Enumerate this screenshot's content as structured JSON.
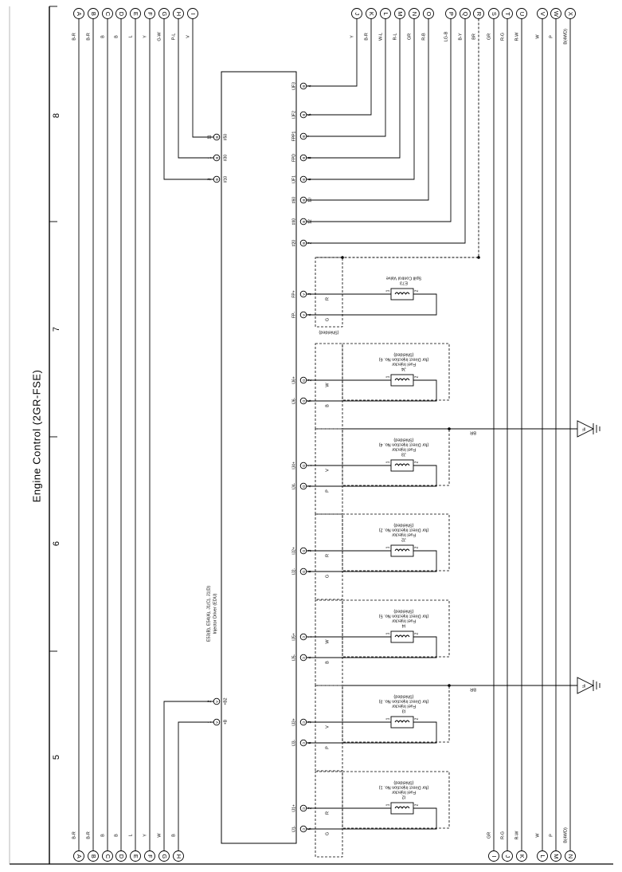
{
  "title": "Engine Control (2GR-FSE)",
  "grid_rows": [
    "8",
    "7",
    "6",
    "5"
  ],
  "edu": {
    "name_lines": [
      "E53(B), E54(A), J1(C), J1(D)",
      "Injector Driver (EDU)"
    ],
    "right_pins": [
      {
        "num": "4",
        "conn": "B",
        "name": "IJF3"
      },
      {
        "num": "5",
        "conn": "B",
        "name": "IJF2"
      },
      {
        "num": "7",
        "conn": "B",
        "name": "FPP1"
      },
      {
        "num": "8",
        "conn": "B",
        "name": "FPD"
      },
      {
        "num": "6",
        "conn": "B",
        "name": "IJF1"
      },
      {
        "num": "10",
        "conn": "B",
        "name": "#60"
      },
      {
        "num": "12",
        "conn": "B",
        "name": "#40"
      },
      {
        "num": "2",
        "conn": "B",
        "name": "#20"
      }
    ],
    "left_pins": [
      {
        "num": "11",
        "conn": "B",
        "name": "#50"
      },
      {
        "num": "1",
        "conn": "B",
        "name": "#30"
      },
      {
        "num": "3",
        "conn": "B",
        "name": "#10"
      },
      {
        "num": "2",
        "conn": "A",
        "name": "+B2"
      },
      {
        "num": "1",
        "conn": "A",
        "name": "+B"
      }
    ]
  },
  "top_connectors": [
    "A",
    "B",
    "C",
    "D",
    "E",
    "F",
    "G",
    "H",
    "I",
    "J",
    "K",
    "L",
    "M",
    "N",
    "O",
    "P",
    "Q",
    "R",
    "S",
    "T",
    "U",
    "V",
    "W",
    "X"
  ],
  "top_wires": [
    "B-R",
    "B-R",
    "B",
    "B",
    "L",
    "Y",
    "G-W",
    "P-L",
    "V",
    "Y",
    "B-R",
    "W-L",
    "R-L",
    "GR",
    "R-B",
    "LG-B",
    "B-Y",
    "BR",
    "GR",
    "R-G",
    "R-W",
    "W",
    "P",
    "B(4WD)"
  ],
  "bottom_left_connectors": [
    "A",
    "B",
    "C",
    "D",
    "E",
    "F",
    "G",
    "H"
  ],
  "bottom_left_wires": [
    "B-R",
    "B-R",
    "B",
    "B",
    "L",
    "Y",
    "W",
    "B"
  ],
  "bottom_right_connectors": [
    "I",
    "J",
    "K",
    "L",
    "M",
    "N"
  ],
  "bottom_right_wires": [
    "GR",
    "R-G",
    "R-W",
    "W",
    "P",
    "B(4WD)"
  ],
  "shield_label": "(Shielded)",
  "ground_wire": "BR",
  "ground_code": "IF",
  "spill_valve": {
    "code": "E73",
    "name": "Spill Control Valve",
    "pin_plus": {
      "name": "FP+",
      "num": "3",
      "conn": "A"
    },
    "pin_minus": {
      "name": "FP-",
      "num": "4",
      "conn": "A"
    },
    "wire_top": "R",
    "wire_bottom": "G"
  },
  "injectors": [
    {
      "code": "J4",
      "line1": "Fuel Injector",
      "line2": "(for Direct Injection No. 6)",
      "pin_plus": {
        "name": "IJ6+",
        "num": "2",
        "conn": "D"
      },
      "pin_minus": {
        "name": "IJ6-",
        "num": "5",
        "conn": "D"
      },
      "wire_top": "W",
      "wire_bottom": "B"
    },
    {
      "code": "J3",
      "line1": "Fuel Injector",
      "line2": "(for Direct Injection No. 4)",
      "pin_plus": {
        "name": "IJ4+",
        "num": "1",
        "conn": "D"
      },
      "pin_minus": {
        "name": "IJ4-",
        "num": "4",
        "conn": "D"
      },
      "wire_top": "V",
      "wire_bottom": "P"
    },
    {
      "code": "J2",
      "line1": "Fuel Injector",
      "line2": "(for Direct Injection No. 2)",
      "pin_plus": {
        "name": "IJ2+",
        "num": "3",
        "conn": "D"
      },
      "pin_minus": {
        "name": "IJ2-",
        "num": "6",
        "conn": "D"
      },
      "wire_top": "R",
      "wire_bottom": "G"
    },
    {
      "code": "I4",
      "line1": "Fuel Injector",
      "line2": "(for Direct Injection No. 5)",
      "pin_plus": {
        "name": "IJ5+",
        "num": "1",
        "conn": "C"
      },
      "pin_minus": {
        "name": "IJ5-",
        "num": "4",
        "conn": "C"
      },
      "wire_top": "W",
      "wire_bottom": "B"
    },
    {
      "code": "I3",
      "line1": "Fuel Injector",
      "line2": "(for Direct Injection No. 3)",
      "pin_plus": {
        "name": "IJ3+",
        "num": "3",
        "conn": "C"
      },
      "pin_minus": {
        "name": "IJ3-",
        "num": "6",
        "conn": "C"
      },
      "wire_top": "V",
      "wire_bottom": "P"
    },
    {
      "code": "I2",
      "line1": "Fuel Injector",
      "line2": "(for Direct Injection No. 1)",
      "pin_plus": {
        "name": "IJ1+",
        "num": "2",
        "conn": "C"
      },
      "pin_minus": {
        "name": "IJ1-",
        "num": "5",
        "conn": "C"
      },
      "wire_top": "R",
      "wire_bottom": "G"
    }
  ]
}
